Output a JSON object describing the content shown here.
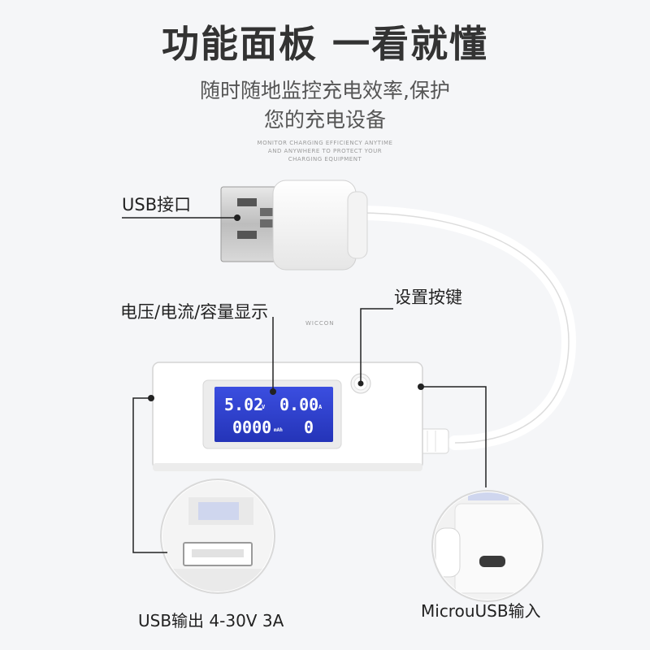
{
  "header": {
    "title": "功能面板 一看就懂",
    "subtitle_line1": "随时随地监控充电效率,保护",
    "subtitle_line2": "您的充电设备",
    "english_line1": "MONITOR CHARGING EFFICIENCY ANYTIME",
    "english_line2": "AND ANYWHERE TO PROTECT YOUR",
    "english_line3": "CHARGING EQUIPMENT"
  },
  "labels": {
    "usb_port": "USB接口",
    "display": "电压/电流/容量显示",
    "settings_button": "设置按键",
    "usb_output": "USB输出 4-30V 3A",
    "micro_input": "MicrouUSB输入"
  },
  "device": {
    "brand": "WICCON",
    "voltage": "5.02",
    "voltage_unit": "V",
    "current": "0.00",
    "current_unit": "A",
    "capacity": "0000",
    "capacity_unit": "mAh",
    "extra": "0"
  },
  "colors": {
    "background": "#f5f6f8",
    "lcd_background": "#2f3fd0",
    "device_body": "#ffffff",
    "callout_line": "#222222"
  }
}
